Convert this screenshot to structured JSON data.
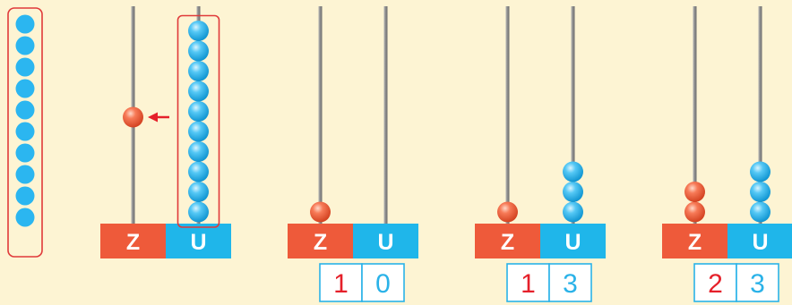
{
  "colors": {
    "background": "#fdf4d3",
    "tens_label_bg": "#ee5a3a",
    "units_label_bg": "#1fb6ea",
    "tens_bead": "#f26a4b",
    "units_bead": "#2bb6f0",
    "rod": "#8e8e8e",
    "highlight_box": "#e03a3a",
    "arrow": "#e5202a",
    "digit_box_border": "#2ab2e8",
    "tens_digit": "#e5202a",
    "units_digit": "#2ab2e8"
  },
  "loose_beads": {
    "count": 10,
    "color": "units"
  },
  "abaci": [
    {
      "tens_label": "Z",
      "units_label": "U",
      "tens_beads": 1,
      "units_beads": 10,
      "exchange": true
    },
    {
      "tens_label": "Z",
      "units_label": "U",
      "tens_beads": 1,
      "units_beads": 0,
      "digits": {
        "tens": "1",
        "units": "0"
      }
    },
    {
      "tens_label": "Z",
      "units_label": "U",
      "tens_beads": 1,
      "units_beads": 3,
      "digits": {
        "tens": "1",
        "units": "3"
      }
    },
    {
      "tens_label": "Z",
      "units_label": "U",
      "tens_beads": 2,
      "units_beads": 3,
      "digits": {
        "tens": "2",
        "units": "3"
      }
    }
  ]
}
